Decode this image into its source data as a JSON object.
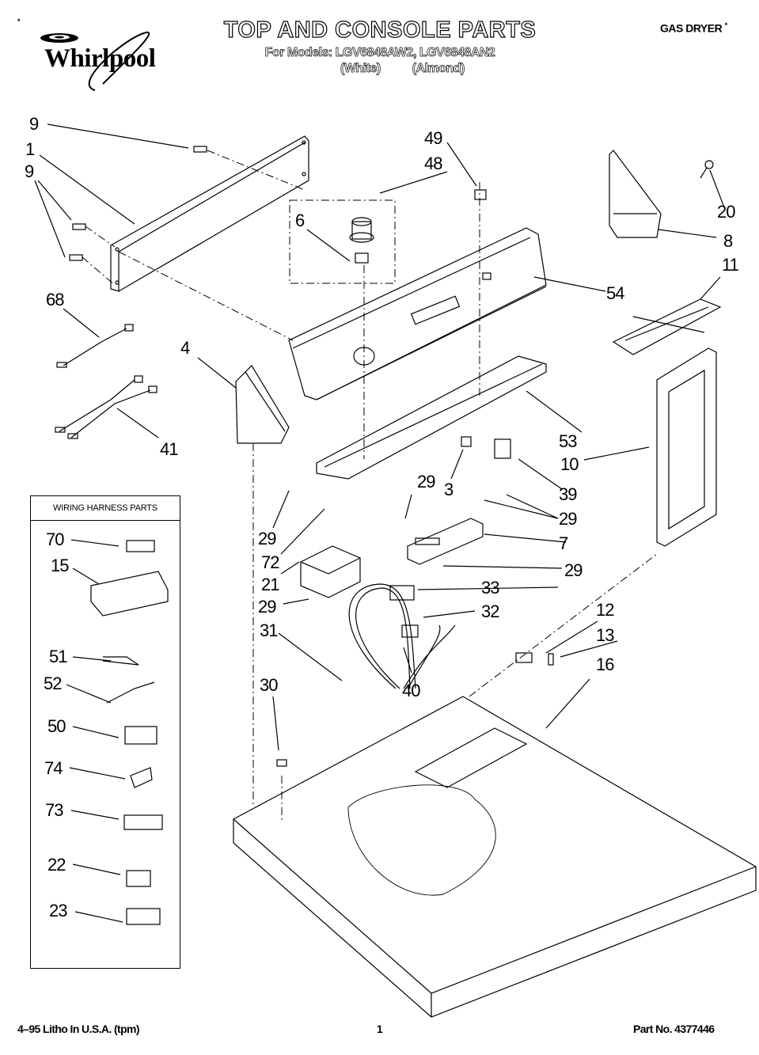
{
  "header": {
    "brand": "Whirlpool",
    "title": "TOP AND CONSOLE PARTS",
    "models_line": "For Models: LGV6848AW2, LGV6848AN2",
    "variants": [
      "(White)",
      "(Almond)"
    ],
    "product_type": "GAS DRYER",
    "marker": "*"
  },
  "callouts": [
    {
      "id": "9",
      "label": "9"
    },
    {
      "id": "1",
      "label": "1"
    },
    {
      "id": "9b",
      "label": "9"
    },
    {
      "id": "49",
      "label": "49"
    },
    {
      "id": "48",
      "label": "48"
    },
    {
      "id": "6",
      "label": "6"
    },
    {
      "id": "20",
      "label": "20"
    },
    {
      "id": "8",
      "label": "8"
    },
    {
      "id": "11",
      "label": "11"
    },
    {
      "id": "54",
      "label": "54"
    },
    {
      "id": "68",
      "label": "68"
    },
    {
      "id": "4",
      "label": "4"
    },
    {
      "id": "41",
      "label": "41"
    },
    {
      "id": "53",
      "label": "53"
    },
    {
      "id": "10",
      "label": "10"
    },
    {
      "id": "3",
      "label": "3"
    },
    {
      "id": "39",
      "label": "39"
    },
    {
      "id": "29a",
      "label": "29"
    },
    {
      "id": "29b",
      "label": "29"
    },
    {
      "id": "29c",
      "label": "29"
    },
    {
      "id": "72",
      "label": "72"
    },
    {
      "id": "7",
      "label": "7"
    },
    {
      "id": "21",
      "label": "21"
    },
    {
      "id": "29d",
      "label": "29"
    },
    {
      "id": "29e",
      "label": "29"
    },
    {
      "id": "33",
      "label": "33"
    },
    {
      "id": "32",
      "label": "32"
    },
    {
      "id": "12",
      "label": "12"
    },
    {
      "id": "13",
      "label": "13"
    },
    {
      "id": "31",
      "label": "31"
    },
    {
      "id": "16",
      "label": "16"
    },
    {
      "id": "40",
      "label": "40"
    },
    {
      "id": "30",
      "label": "30"
    }
  ],
  "harness": {
    "title": "WIRING HARNESS PARTS",
    "items": [
      "70",
      "15",
      "51",
      "52",
      "50",
      "74",
      "73",
      "22",
      "23"
    ]
  },
  "footer": {
    "left": "4–95 Litho In U.S.A. (tpm)",
    "page": "1",
    "part_no": "Part No. 4377446"
  }
}
